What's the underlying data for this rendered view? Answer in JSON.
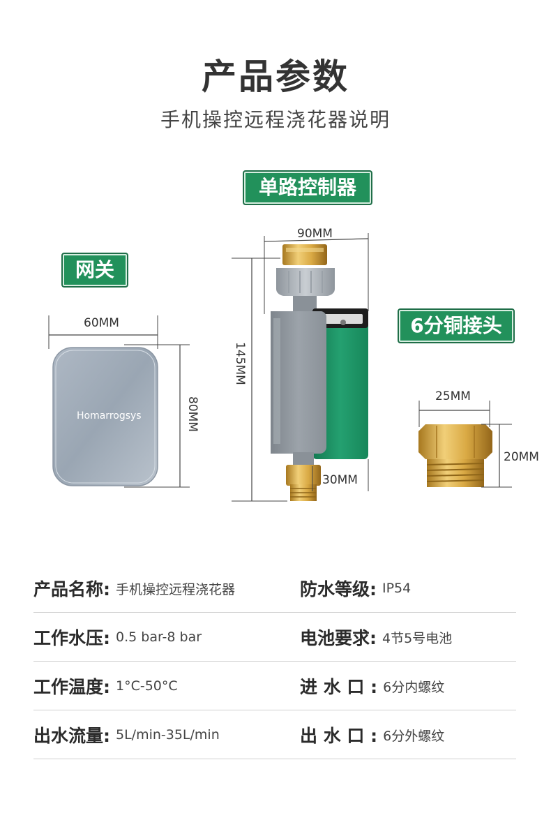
{
  "header": {
    "title": "产品参数",
    "subtitle": "手机操控远程浇花器说明"
  },
  "tags": {
    "controller": "单路控制器",
    "gateway": "网关",
    "fitting": "6分铜接头"
  },
  "gateway": {
    "brand": "Homarrogsys",
    "width": "60MM",
    "height": "80MM"
  },
  "controller": {
    "width": "90MM",
    "height": "145MM",
    "depth": "30MM"
  },
  "fitting": {
    "width": "25MM",
    "height": "20MM"
  },
  "specs": [
    {
      "left_label": "产品名称:",
      "left_value": "手机操控远程浇花器",
      "right_label": "防水等级:",
      "right_value": "IP54"
    },
    {
      "left_label": "工作水压:",
      "left_value": "0.5 bar-8 bar",
      "right_label": "电池要求:",
      "right_value": "4节5号电池"
    },
    {
      "left_label": "工作温度:",
      "left_value": "1°C-50°C",
      "right_label": "进 水 口 :",
      "right_value": "6分内螺纹"
    },
    {
      "left_label": "出水流量:",
      "left_value": "5L/min-35L/min",
      "right_label": "出 水 口 :",
      "right_value": "6分外螺纹"
    }
  ],
  "colors": {
    "accent": "#22915b",
    "device_grey": "#8f969e",
    "device_green": "#1f9466",
    "brass": "#d4a23c"
  }
}
